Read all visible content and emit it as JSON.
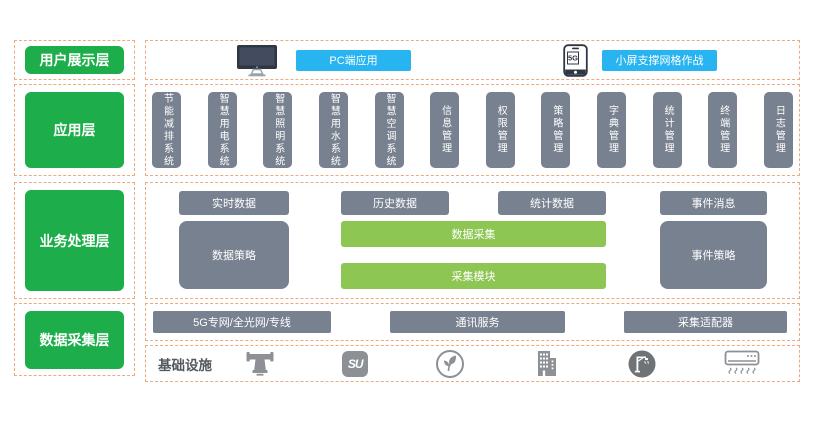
{
  "sidebar": {
    "items": [
      {
        "label": "用户展示层"
      },
      {
        "label": "应用层"
      },
      {
        "label": "业务处理层"
      },
      {
        "label": "数据采集层"
      }
    ]
  },
  "presentation": {
    "pc_app": "PC端应用",
    "mobile_badge": "5G",
    "mobile_app": "小屏支撑网格作战"
  },
  "application": {
    "systems": [
      "节能减排系统",
      "智慧用电系统",
      "智慧照明系统",
      "智慧用水系统",
      "智慧空调系统",
      "信息管理",
      "权限管理",
      "策略管理",
      "字典管理",
      "统计管理",
      "终端管理",
      "日志管理"
    ]
  },
  "business": {
    "realtime_data": "实时数据",
    "history_data": "历史数据",
    "statistics_data": "统计数据",
    "event_message": "事件消息",
    "data_strategy": "数据策略",
    "data_collection": "数据采集",
    "collection_module": "采集模块",
    "event_strategy": "事件策略"
  },
  "network": {
    "bars": [
      "5G专网/全光网/专线",
      "通讯服务",
      "采集适配器"
    ]
  },
  "infrastructure": {
    "label": "基础设施",
    "su_badge": "SU",
    "icons": [
      "pipe-fitting-icon",
      "su-logo-icon",
      "eco-leaf-icon",
      "building-icon",
      "streetlight-icon",
      "air-conditioner-icon"
    ]
  },
  "colors": {
    "layer_green": "#1ead4b",
    "box_gray": "#78818f",
    "bar_green": "#8dc652",
    "button_blue": "#28b4f0",
    "dashed_border": "#edaa7d"
  }
}
